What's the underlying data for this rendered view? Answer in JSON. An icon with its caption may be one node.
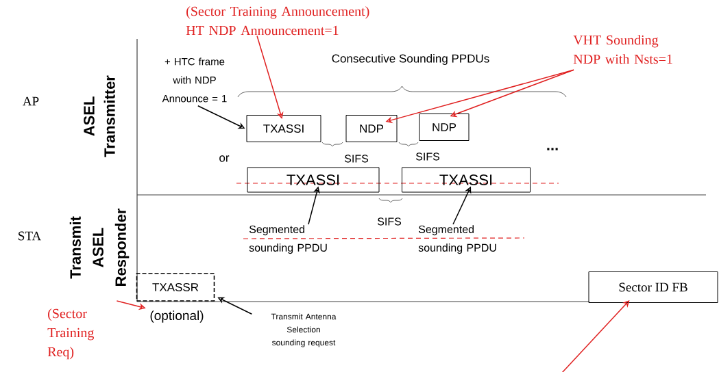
{
  "diagram": {
    "nodes": [
      {
        "text": [
          "(Sector Training Announcement) HT NDP Announcement=1"
        ]
      },
      {
        "text": [
          "+ HTC frame with NDP Announce = 1"
        ]
      },
      {
        "text": [
          "VHT Sounding NDP with Nsts=1"
        ]
      },
      {
        "text": [
          "TXASSI"
        ]
      },
      {
        "text": [
          "NDP"
        ]
      },
      {
        "text": [
          "NDP"
        ]
      },
      {
        "text": [
          "TXASSI"
        ]
      },
      {
        "text": [
          "TXASSI"
        ]
      },
      {
        "text": [
          "Segmented sounding PPDU"
        ]
      },
      {
        "text": [
          "Segmented sounding PPDU"
        ]
      },
      {
        "text": [
          "TXASSR"
        ],
        "beside": [
          "(optional)"
        ]
      },
      {
        "text": [
          "(Sector Training Req)"
        ]
      },
      {
        "text": [
          "Transmit Antenna Selection sounding request"
        ]
      },
      {
        "text": [
          "Sector ID FB"
        ]
      }
    ],
    "edges": [
      {
        "from": 0,
        "to": 3,
        "arrow": "to"
      },
      {
        "from": 1,
        "to": 3,
        "arrow": "to",
        "color": "#000000"
      },
      {
        "from": 2,
        "to": 4,
        "arrow": "to"
      },
      {
        "from": 2,
        "to": 5,
        "arrow": "to"
      },
      {
        "from": 8,
        "to": 6,
        "arrow": "to",
        "color": "#000000"
      },
      {
        "from": 9,
        "to": 7,
        "arrow": "to",
        "color": "#000000"
      },
      {
        "from": 11,
        "to": 10,
        "arrow": "to"
      },
      {
        "from": 12,
        "to": 10,
        "arrow": "to",
        "color": "#000000"
      },
      {
        "from": null,
        "to": 13,
        "arrow": "to"
      }
    ],
    "labels": [
      "Consecutive Sounding PPDUs",
      "AP",
      "ASEL Transmitter",
      "or",
      "SIFS",
      "SIFS",
      "...",
      "SIFS",
      "STA",
      "Transmit ASEL Responder"
    ]
  }
}
